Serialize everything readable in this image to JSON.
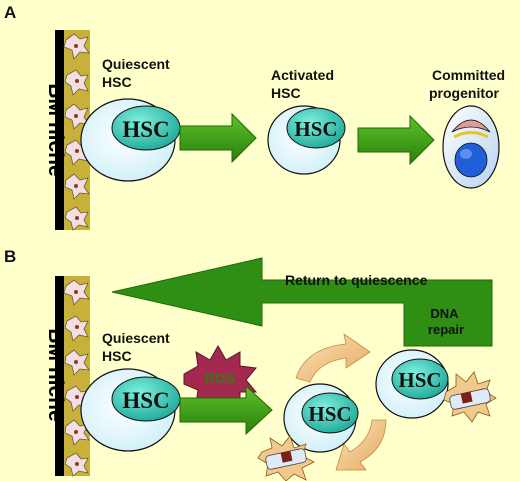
{
  "panel_a": {
    "letter": "A",
    "niche_label": "BM niche",
    "quiescent_label": [
      "Quiescent",
      "HSC"
    ],
    "activated_label": [
      "Activated",
      "HSC"
    ],
    "progenitor_label": [
      "Committed",
      "progenitor"
    ],
    "cell_text": "HSC"
  },
  "panel_b": {
    "letter": "B",
    "niche_label": "BM niche",
    "quiescent_label": [
      "Quiescent",
      "HSC"
    ],
    "return_label": "Return to quiescence",
    "repair_label": [
      "DNA",
      "repair"
    ],
    "ros_label": "ROS",
    "cell_text": "HSC"
  },
  "colors": {
    "background": "#ffffcc",
    "arrow_green": "#3a9a12",
    "arrow_green_dark": "#1e6a08",
    "repair_green": "#2f8f14",
    "cell_fill": "#e9fbff",
    "nucleus": "#37c9b6",
    "ros_burst": "#a3294e",
    "ros_text": "#2e7d12",
    "cycle_arrow": "#f2c98c"
  }
}
